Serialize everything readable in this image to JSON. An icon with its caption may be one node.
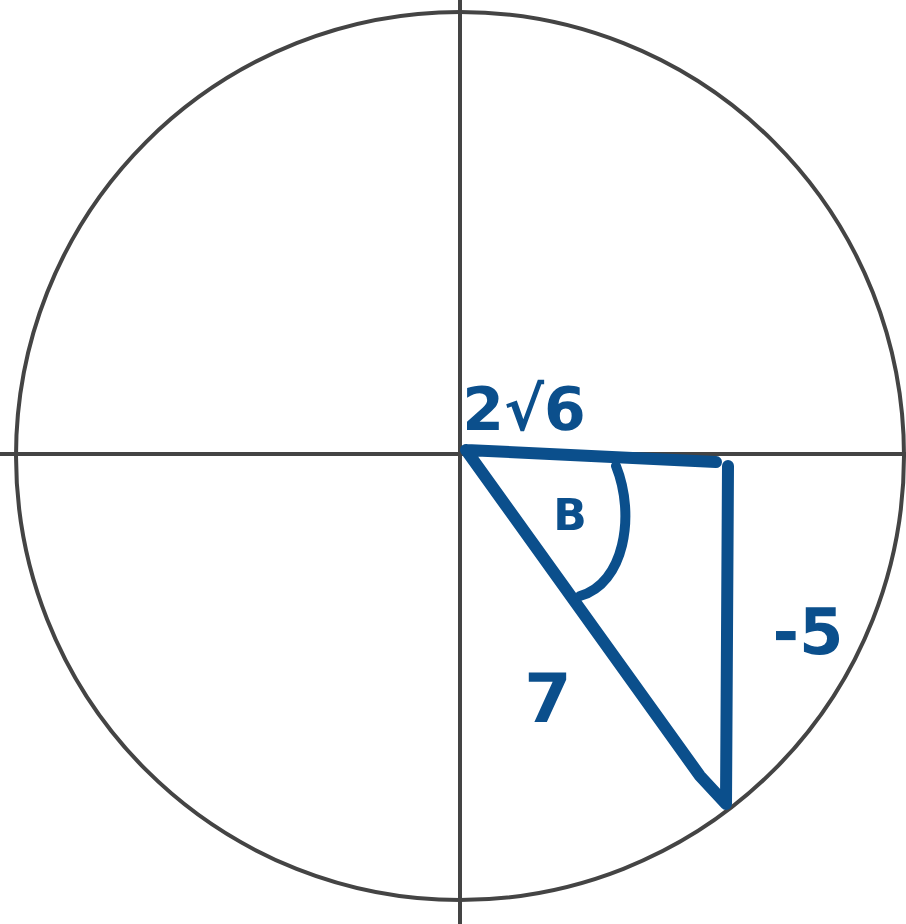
{
  "diagram": {
    "labels": [
      "2√6",
      "B",
      "7",
      "-5"
    ]
  }
}
